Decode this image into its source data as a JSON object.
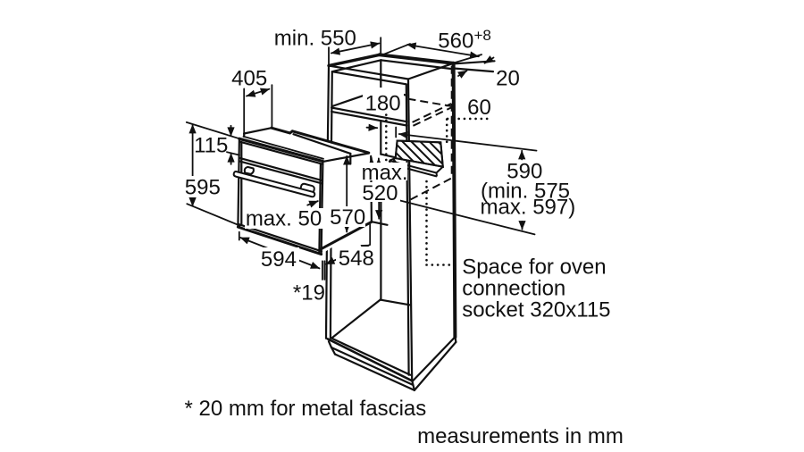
{
  "diagram": {
    "type": "installation-drawing",
    "subject": "built-in oven in tall cabinet niche",
    "unit_note": "measurements in mm",
    "fascia_note": "* 20 mm for metal fascias",
    "socket_label": {
      "line1": "Space for oven",
      "line2": "connection",
      "line3": "socket 320x115"
    },
    "dimensions": {
      "niche_depth": "min. 550",
      "niche_width": "560",
      "niche_width_tolerance": "+8",
      "rear_clearance": "20",
      "top_compartment_height": "180",
      "socket_rear_offset": "60",
      "oven_top_depth": "405",
      "control_panel_height": "115",
      "oven_height": "595",
      "handle_clearance_line1": "max.",
      "handle_clearance_line2": "520",
      "handle_protrusion": "max. 50",
      "body_height": "570",
      "niche_height": "590",
      "niche_height_min": "(min. 575",
      "niche_height_max": "max. 597)",
      "oven_width": "594",
      "oven_body_depth": "548",
      "fascia_gap": "*19"
    }
  }
}
